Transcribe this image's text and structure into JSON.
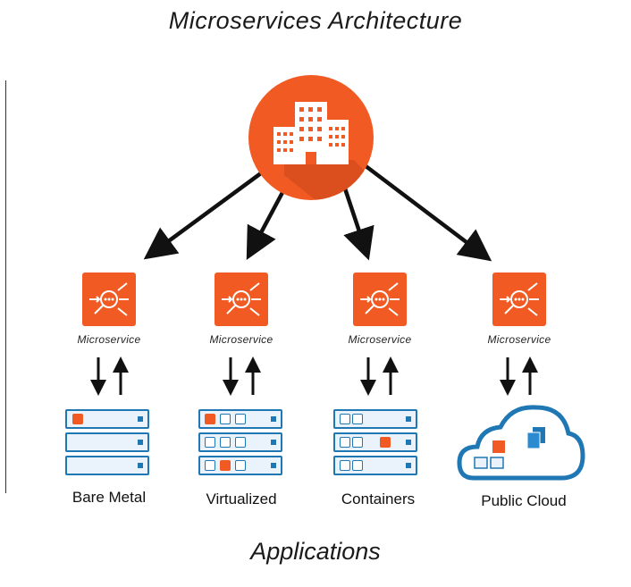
{
  "diagram": {
    "title": "Microservices Architecture",
    "footer": "Applications",
    "hub_icon": "buildings-icon",
    "microservice_label": "Microservice",
    "microservice_icon": "microservice-hub-icon",
    "environments": [
      {
        "label": "Bare Metal",
        "icon": "bare-metal-server-icon"
      },
      {
        "label": "Virtualized",
        "icon": "virtualized-server-icon"
      },
      {
        "label": "Containers",
        "icon": "container-server-icon"
      },
      {
        "label": "Public Cloud",
        "icon": "public-cloud-icon"
      }
    ],
    "colors": {
      "accent": "#f15a22",
      "server": "#1f77b4",
      "arrow": "#111111"
    }
  }
}
